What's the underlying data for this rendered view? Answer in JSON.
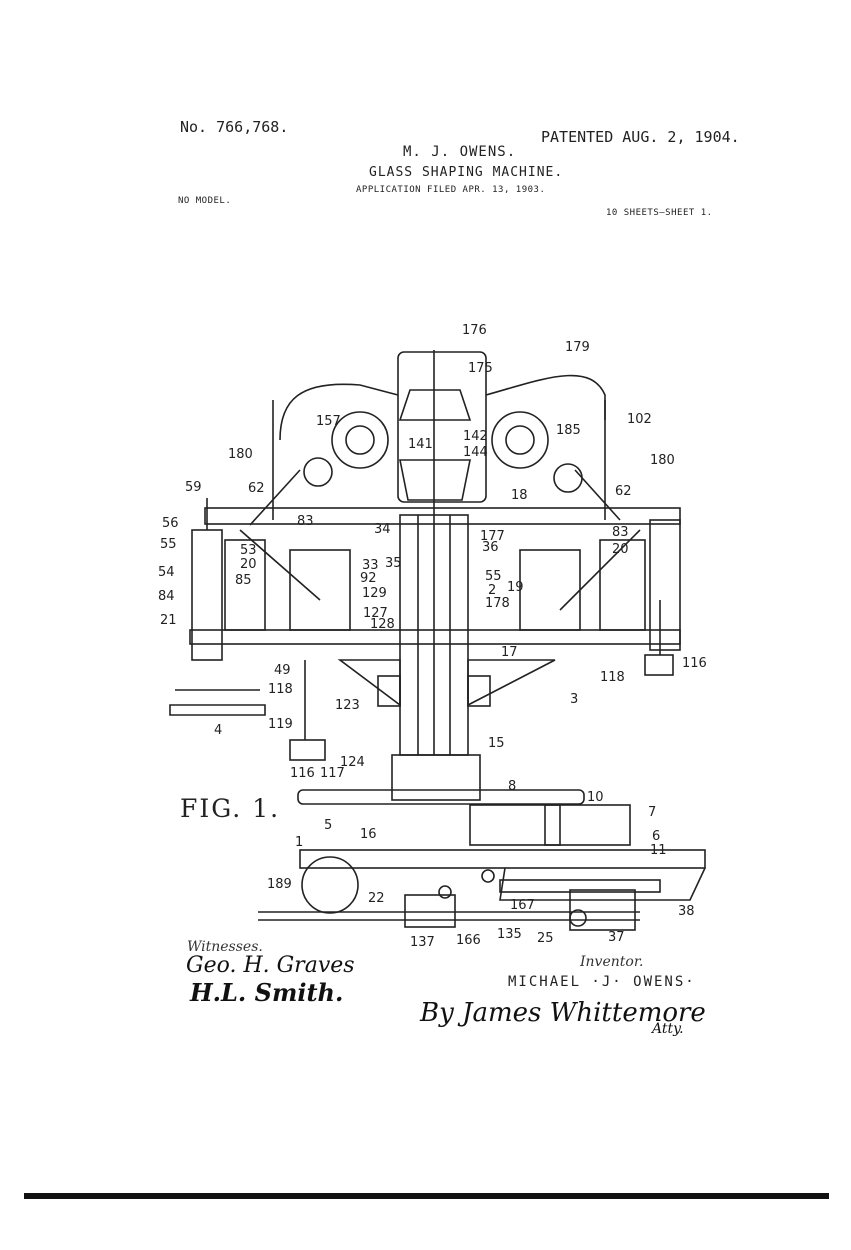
{
  "header": {
    "patent_number": "No. 766,768.",
    "patented_date": "PATENTED AUG. 2, 1904.",
    "inventor": "M. J. OWENS.",
    "title": "GLASS SHAPING MACHINE.",
    "application": "APPLICATION FILED APR. 13, 1903.",
    "model": "NO MODEL.",
    "sheets": "10 SHEETS—SHEET 1."
  },
  "figure_label": "FIG. 1.",
  "reference_numerals": [
    "176",
    "179",
    "175",
    "102",
    "157",
    "142",
    "141",
    "144",
    "185",
    "180",
    "180",
    "59",
    "62",
    "62",
    "56",
    "55",
    "53",
    "54",
    "20",
    "20",
    "84",
    "85",
    "83",
    "83",
    "34",
    "33",
    "35",
    "36",
    "177",
    "55",
    "2",
    "178",
    "19",
    "92",
    "129",
    "127",
    "128",
    "21",
    "49",
    "118",
    "118",
    "17",
    "116",
    "116",
    "3",
    "123",
    "119",
    "124",
    "117",
    "15",
    "8",
    "10",
    "7",
    "6",
    "11",
    "5",
    "16",
    "1",
    "189",
    "22",
    "167",
    "38",
    "137",
    "166",
    "135",
    "25",
    "37",
    "4",
    "18"
  ],
  "signatures": {
    "witnesses_label": "Witnesses.",
    "witness_1": "Geo. H. Graves",
    "witness_2": "H.L. Smith.",
    "inventor_label": "Inventor.",
    "inventor_name": "MICHAEL ·J· OWENS·",
    "attorney": "By James Whittemore",
    "attorney_suffix": "Atty."
  }
}
